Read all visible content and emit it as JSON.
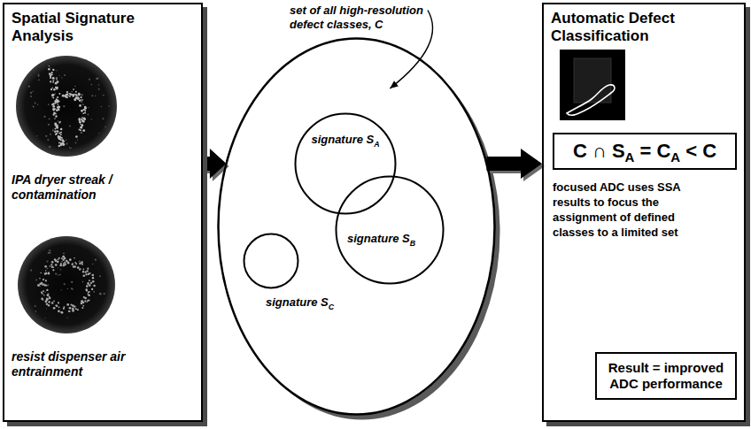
{
  "diagram": {
    "nodes": [
      {
        "text": [
          "Spatial Signature Analysis",
          "IPA dryer streak / contamination",
          "resist dispenser air entrainment"
        ]
      },
      {
        "text": [
          "set of all high-resolution defect classes, C"
        ]
      },
      {
        "text": [
          "signature SA"
        ],
        "in": 1
      },
      {
        "text": [
          "signature SB"
        ],
        "in": 1
      },
      {
        "text": [
          "signature SC"
        ],
        "in": 1
      },
      {
        "text": [
          "Automatic Defect Classification",
          "focused ADC uses SSA results to focus the assignment of defined classes to a limited set"
        ]
      },
      {
        "text": [
          "C ∩ SA = CA < C"
        ],
        "in": 5
      },
      {
        "text": [
          "Result = improved ADC performance"
        ],
        "in": 5
      }
    ],
    "edges": [
      {
        "from": 0,
        "to": 1,
        "arrow": "to"
      },
      {
        "from": 1,
        "to": 5,
        "arrow": "to"
      }
    ]
  }
}
